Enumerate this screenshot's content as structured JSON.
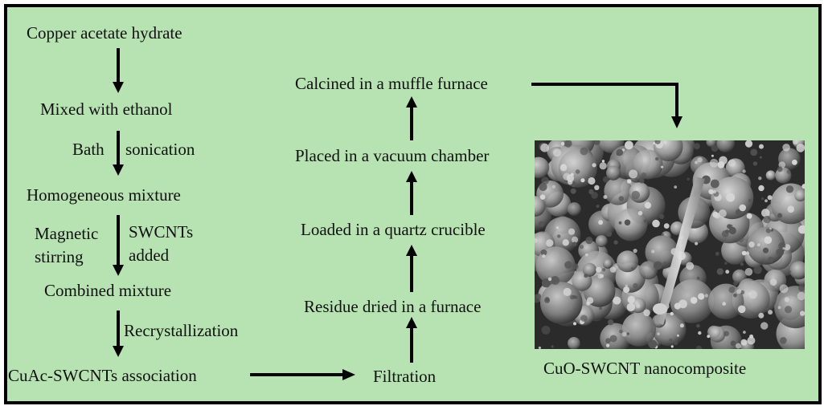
{
  "steps": {
    "copper_acetate": "Copper acetate hydrate",
    "mixed_ethanol": "Mixed with ethanol",
    "bath": "Bath",
    "sonication": "sonication",
    "homogeneous": "Homogeneous mixture",
    "magnetic": "Magnetic",
    "stirring": "stirring",
    "swcnts": "SWCNTs",
    "added": "added",
    "combined": "Combined mixture",
    "recrystallization": "Recrystallization",
    "association": "CuAc-SWCNTs association",
    "filtration": "Filtration",
    "residue": "Residue dried in a furnace",
    "loaded": "Loaded in a quartz crucible",
    "placed": "Placed in a vacuum chamber",
    "calcined": "Calcined in a muffle furnace",
    "product": "CuO-SWCNT nanocomposite"
  },
  "colors": {
    "background": "#b7e3b2",
    "border": "#000000",
    "arrow": "#000000",
    "text": "#111111"
  },
  "image": {
    "kind": "SEM micrograph",
    "icon": "sem-micrograph-image"
  }
}
